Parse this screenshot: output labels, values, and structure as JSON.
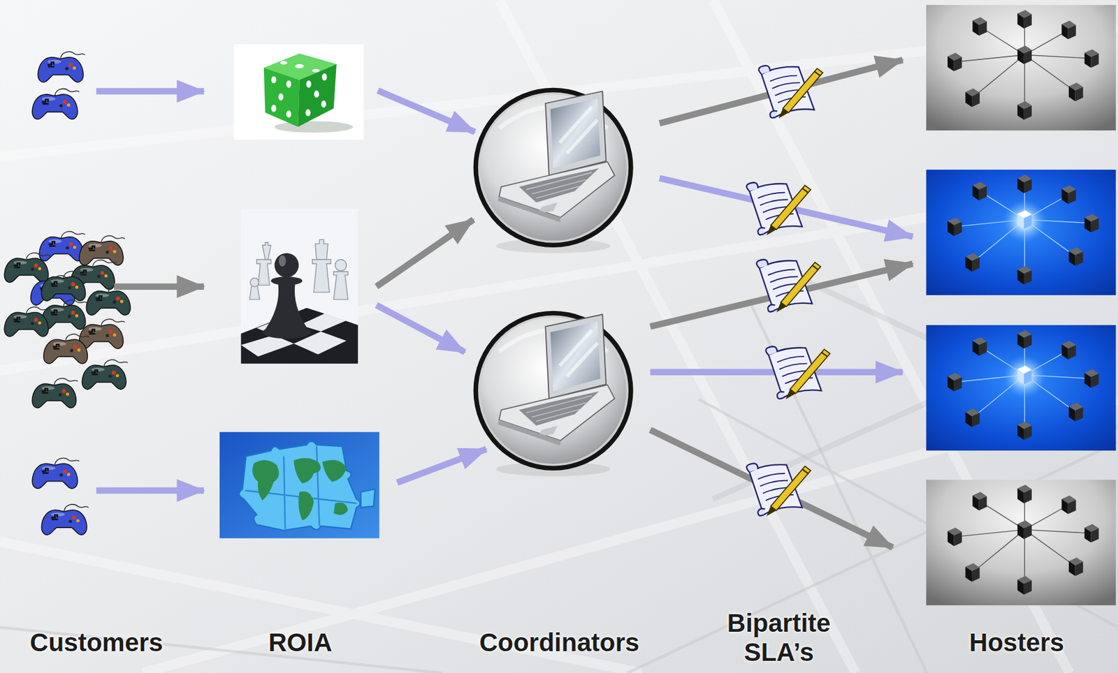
{
  "diagram": {
    "labels": [
      "Customers",
      "ROIA",
      "Coordinators",
      "Bipartite SLA’s",
      "Hosters"
    ]
  }
}
